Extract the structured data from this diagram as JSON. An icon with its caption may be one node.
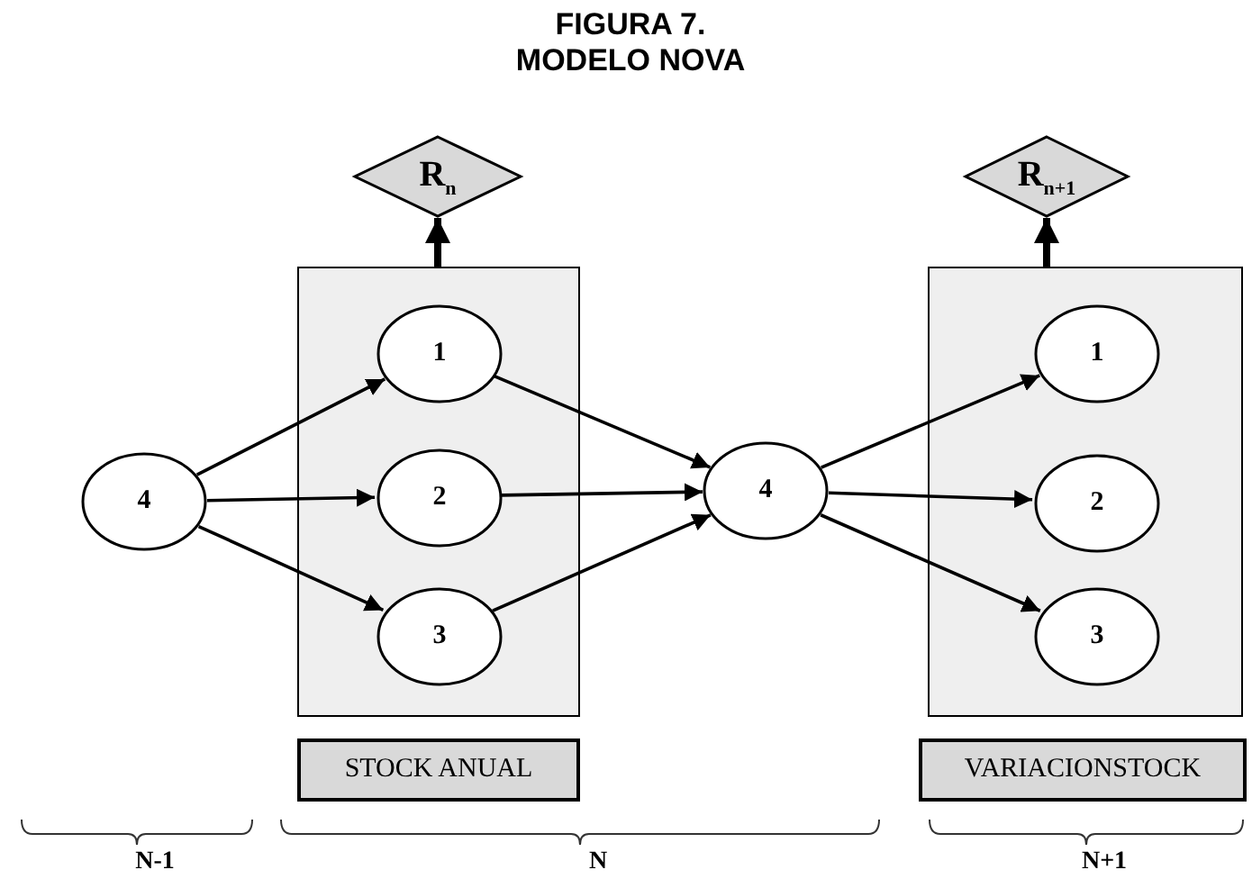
{
  "diagram": {
    "title": "FIGURA 7. MODELO NOVA",
    "nodes": [
      {
        "text": [
          "R$_{n}$"
        ]
      },
      {
        "text": [
          "R$_{n+1}$"
        ]
      },
      {
        "text": [],
        "shape": "box"
      },
      {
        "text": [
          "1"
        ],
        "in": 2
      },
      {
        "text": [
          "2"
        ],
        "in": 2
      },
      {
        "text": [
          "3"
        ],
        "in": 2
      },
      {
        "text": [],
        "shape": "box"
      },
      {
        "text": [
          "1"
        ],
        "in": 6
      },
      {
        "text": [
          "2"
        ],
        "in": 6
      },
      {
        "text": [
          "3"
        ],
        "in": 6
      },
      {
        "text": [
          "4"
        ]
      },
      {
        "text": [
          "4"
        ]
      },
      {
        "text": [
          "STOCK ANUAL"
        ]
      },
      {
        "text": [
          "VARIACIONSTOCK"
        ]
      }
    ],
    "edges": [
      {
        "from": 2,
        "to": 0,
        "arrow": "to",
        "style": "thick"
      },
      {
        "from": 6,
        "to": 1,
        "arrow": "to",
        "style": "thick"
      },
      {
        "from": 10,
        "to": 3,
        "arrow": "to"
      },
      {
        "from": 10,
        "to": 4,
        "arrow": "to"
      },
      {
        "from": 10,
        "to": 5,
        "arrow": "to"
      },
      {
        "from": 3,
        "to": 11,
        "arrow": "to"
      },
      {
        "from": 4,
        "to": 11,
        "arrow": "to"
      },
      {
        "from": 5,
        "to": 11,
        "arrow": "to"
      },
      {
        "from": 11,
        "to": 7,
        "arrow": "to"
      },
      {
        "from": 11,
        "to": 8,
        "arrow": "to"
      },
      {
        "from": 11,
        "to": 9,
        "arrow": "to"
      }
    ],
    "labels": [
      "N-1",
      "N",
      "N+1"
    ]
  }
}
